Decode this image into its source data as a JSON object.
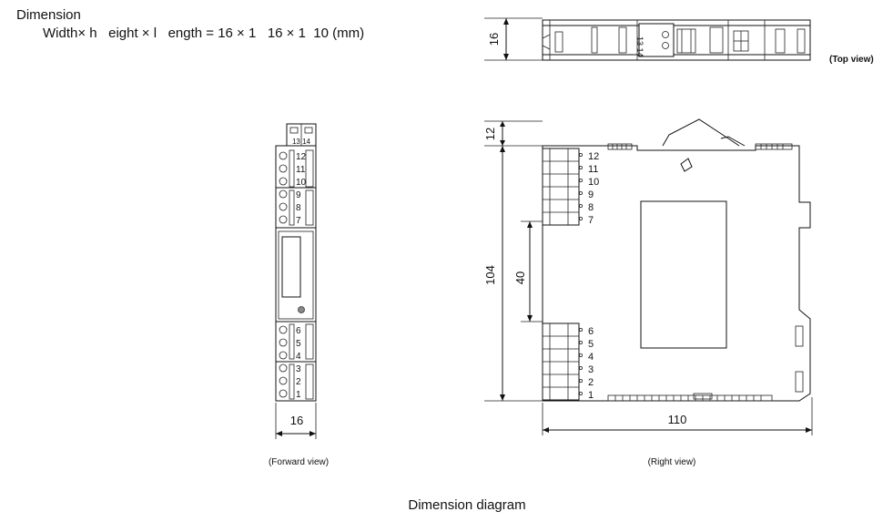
{
  "header": {
    "title": "Dimension",
    "formula": "Width× h   eight × l   ength = 16 × 1   16 × 1  10 (mm)"
  },
  "views": {
    "top": {
      "label": "(Top view)",
      "dim_height": "16",
      "terminal_label": "13 14"
    },
    "forward": {
      "label": "(Forward view)",
      "dim_width": "16",
      "top_terminals": "13 14",
      "terminals": [
        "12",
        "11",
        "10",
        "9",
        "8",
        "7",
        "6",
        "5",
        "4",
        "3",
        "2",
        "1"
      ]
    },
    "right": {
      "label": "(Right view)",
      "dim_top_gap": "12",
      "dim_height": "104",
      "dim_inner": "40",
      "dim_length": "110",
      "terminals": [
        "12",
        "11",
        "10",
        "9",
        "8",
        "7",
        "6",
        "5",
        "4",
        "3",
        "2",
        "1"
      ]
    }
  },
  "footer": {
    "caption": "Dimension diagram"
  }
}
